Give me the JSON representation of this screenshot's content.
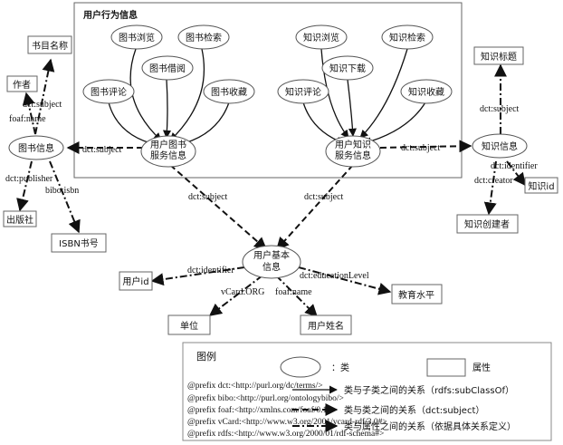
{
  "group_title": "用户行为信息",
  "nodes": {
    "book_browse": "图书浏览",
    "book_search": "图书检索",
    "book_borrow": "图书借阅",
    "book_review": "图书评论",
    "book_collect": "图书收藏",
    "book_service": [
      "用户图书",
      "服务信息"
    ],
    "know_browse": "知识浏览",
    "know_search": "知识检索",
    "know_download": "知识下载",
    "know_review": "知识评论",
    "know_collect": "知识收藏",
    "know_service": [
      "用户知识",
      "服务信息"
    ],
    "book_info": "图书信息",
    "book_title": "书目名称",
    "author": "作者",
    "publisher": "出版社",
    "isbn": "ISBN书号",
    "know_info": "知识信息",
    "know_title": "知识标题",
    "know_id": "知识id",
    "know_creator": "知识创建者",
    "user_basic": [
      "用户基本",
      "信息"
    ],
    "user_id": "用户id",
    "edu_level": "教育水平",
    "unit": "单位",
    "user_name": "用户姓名"
  },
  "edges": {
    "dct_subject": "dct:subject",
    "foaf_name": "foaf:name",
    "dct_publisher": "dct:publisher",
    "bibo_isbn": "bibo:isbn",
    "dct_identifier": "dct:identifier",
    "dct_creator": "dct:creator",
    "dct_education": "dct:educationLevel",
    "vcard_org": "vCard:ORG"
  },
  "legend": {
    "title": "图例",
    "class_label": "：类",
    "property_label": "属性",
    "subclass_rel": "类与子类之间的关系（rdfs:subClassOf）",
    "class_rel": "类与类之间的关系（dct:subject）",
    "property_rel": "类与属性之间的关系（依据具体关系定义）",
    "prefixes": [
      "@prefix dct:<http://purl.org/dc/terms/>",
      "@prefix bibo:<http://purl.org/ontologybibo/>",
      "@prefix foaf:<http://xmlns.com/foaf/0.1/>",
      "@prefix vCard:<http://www.w3.org/2001/vcard-rdf/3.0#>",
      "@prefix rdfs:<http://www.w3.org/2000/01/rdf-schema#>"
    ]
  }
}
